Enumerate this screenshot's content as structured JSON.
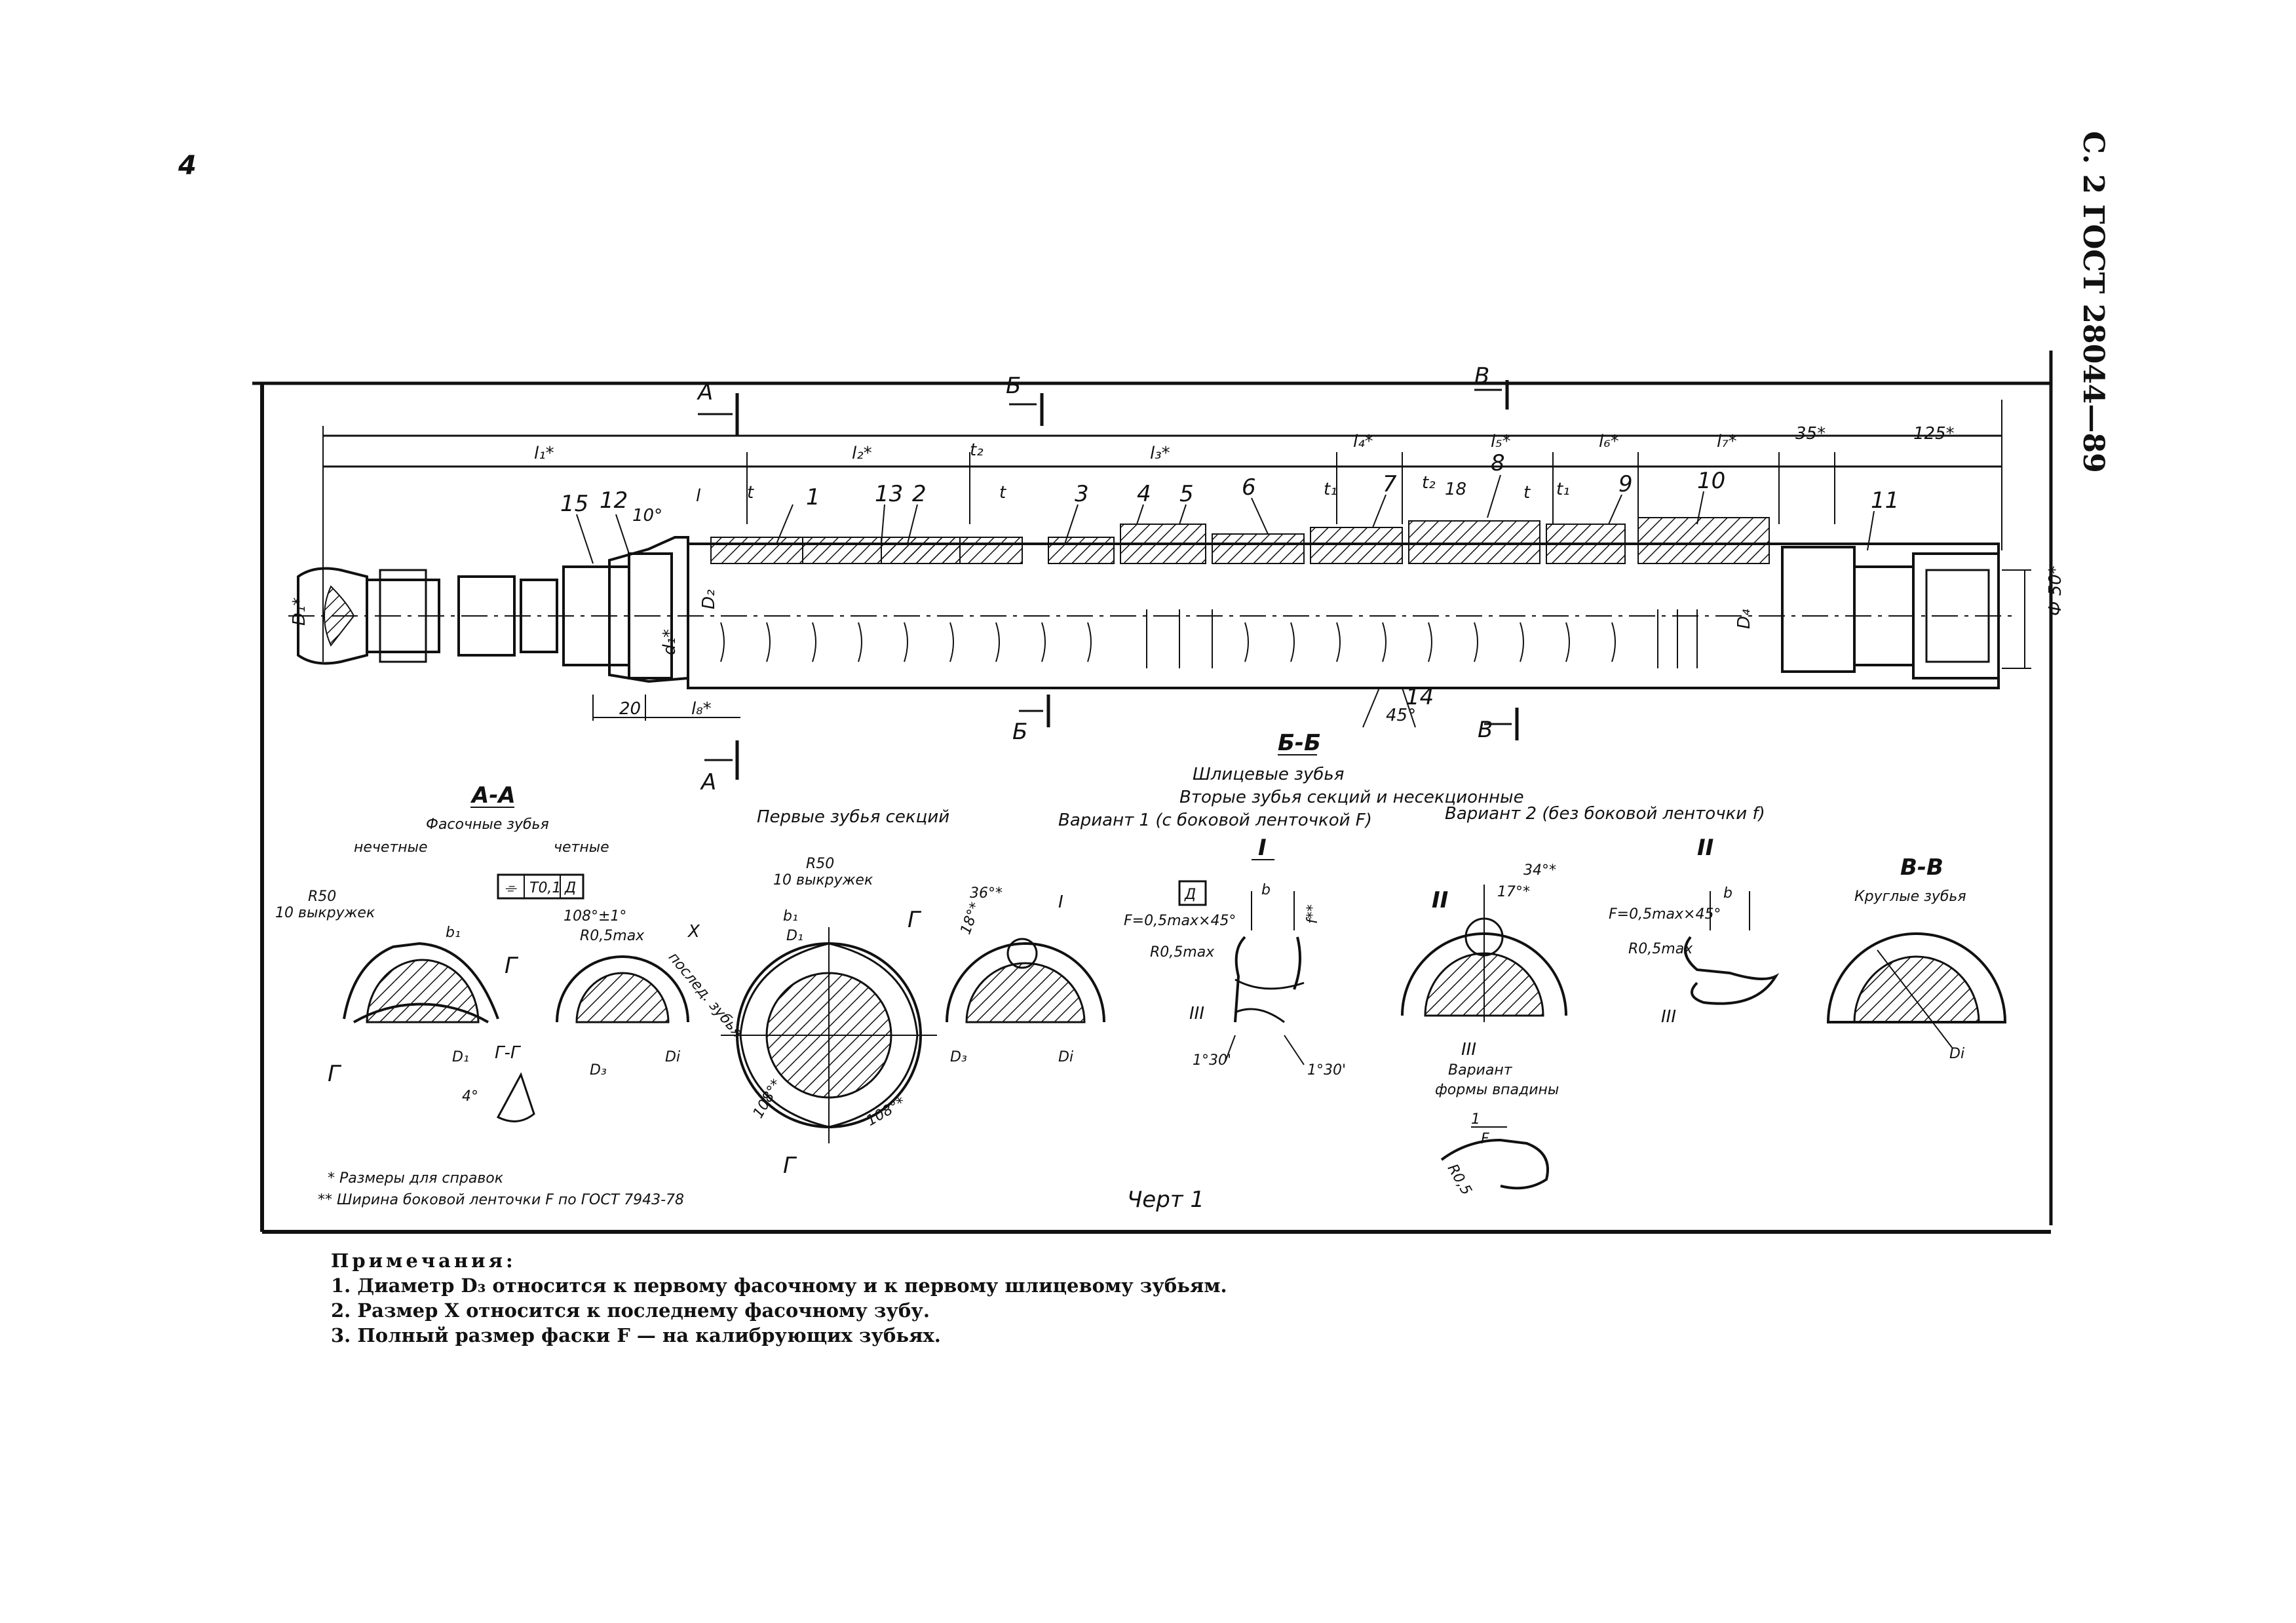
{
  "page": {
    "number": "4",
    "running_header": "С. 2 ГОСТ 28044—89"
  },
  "drawing": {
    "section_markers": [
      "А",
      "Б",
      "В"
    ],
    "dimensions_top": [
      "l₁*",
      "l₂*",
      "l₃*",
      "l₄*",
      "l₅*",
      "l₆*",
      "l₇*",
      "35*",
      "125*",
      "t₂",
      "t₁",
      "t",
      "l",
      "18"
    ],
    "callouts": [
      "1",
      "2",
      "3",
      "4",
      "5",
      "6",
      "7",
      "8",
      "9",
      "10",
      "11",
      "12",
      "13",
      "14",
      "15"
    ],
    "shaft_labels": {
      "d1": "D₁*",
      "d2": "D₂",
      "d1_small": "d₁*",
      "d4": "D₄",
      "phi50": "Ф 50*",
      "angle_10": "10°",
      "dim_20": "20",
      "dim_l8": "l₈*",
      "angle_45": "45°"
    },
    "views": {
      "aa": {
        "title": "А-А",
        "subtitle": "Фасочные зубья",
        "odd_label": "нечетные",
        "even_label": "четные",
        "r50": "R50",
        "grooves": "10 выкружек",
        "b1": "b₁",
        "d1": "D₁",
        "tol_box": [
          "⌯",
          "T0,1",
          "Д"
        ],
        "angle_108": "108°±1°",
        "r05": "R0,5max",
        "x": "X",
        "d3": "D₃",
        "di": "Di",
        "last_tooth": "послед. зубья",
        "g": "Г",
        "gg": "Г-Г",
        "angle_4": "4°"
      },
      "bb": {
        "title": "Б-Б",
        "spline_label": "Шлицевые зубья",
        "first_teeth": "Первые зубья секций",
        "second_teeth": "Вторые зубья секций и несекционные",
        "variant1": "Вариант 1 (с боковой ленточкой F)",
        "variant2": "Вариант 2 (без боковой ленточки f)",
        "r50": "R50",
        "grooves": "10 выкружек",
        "b1": "b₁",
        "d1": "D₁",
        "angle_36": "36°*",
        "angle_18": "18°*",
        "angle_108": "108°*",
        "d3": "D₃",
        "di": "Di",
        "g": "Г"
      },
      "detail_i": {
        "title": "I",
        "d_box": "Д",
        "b": "b",
        "f": "f**",
        "chamfer": "F=0,5max×45°",
        "r05": "R0,5max",
        "iii": "III",
        "angle1": "1°30'",
        "angle2": "1°30'"
      },
      "detail_ii": {
        "title": "II",
        "angle_34": "34°*",
        "angle_17": "17°*",
        "chamfer": "F=0,5max×45°",
        "b": "b",
        "r05": "R0,5max",
        "iii": "III"
      },
      "detail_iii": {
        "title": "III",
        "caption_line1": "Вариант",
        "caption_line2": "формы впадины",
        "dim_1": "1",
        "f": "F",
        "r05": "R0,5"
      },
      "vv": {
        "title": "В-В",
        "subtitle": "Круглые зубья",
        "di": "Di"
      }
    },
    "footnotes": [
      "* Размеры для справок",
      "** Ширина боковой ленточки F по ГОСТ 7943-78"
    ],
    "caption": "Черт 1"
  },
  "notes": {
    "heading": "Примечания:",
    "items": [
      "1. Диаметр D₃ относится к первому фасочному и к первому шлицевому зубьям.",
      "2. Размер X относится к последнему фасочному зубу.",
      "3. Полный размер фаски F — на калибрующих зубьях."
    ]
  }
}
